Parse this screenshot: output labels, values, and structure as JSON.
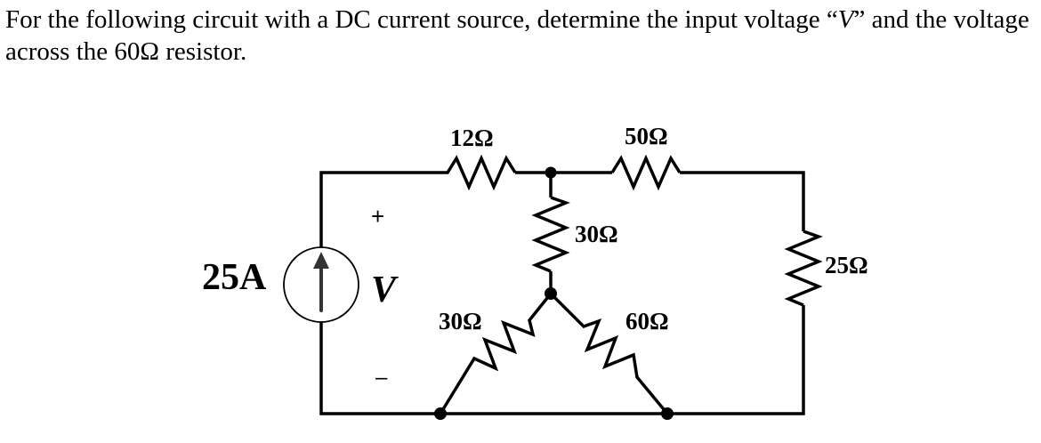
{
  "question": {
    "part1": "For the following circuit with a DC current source, determine the input voltage “",
    "variable": "V",
    "part2": "” and the voltage across the 60Ω resistor."
  },
  "circuit": {
    "source": {
      "label": "25A",
      "type": "dc-current-source",
      "direction": "up"
    },
    "voltage_label": {
      "symbol": "V",
      "plus": "+",
      "minus": "–"
    },
    "resistors": {
      "r12": {
        "label": "12Ω"
      },
      "r50": {
        "label": "50Ω"
      },
      "r30_vertical": {
        "label": "30Ω"
      },
      "r30_diagonal": {
        "label": "30Ω"
      },
      "r60": {
        "label": "60Ω"
      },
      "r25": {
        "label": "25Ω"
      }
    }
  }
}
